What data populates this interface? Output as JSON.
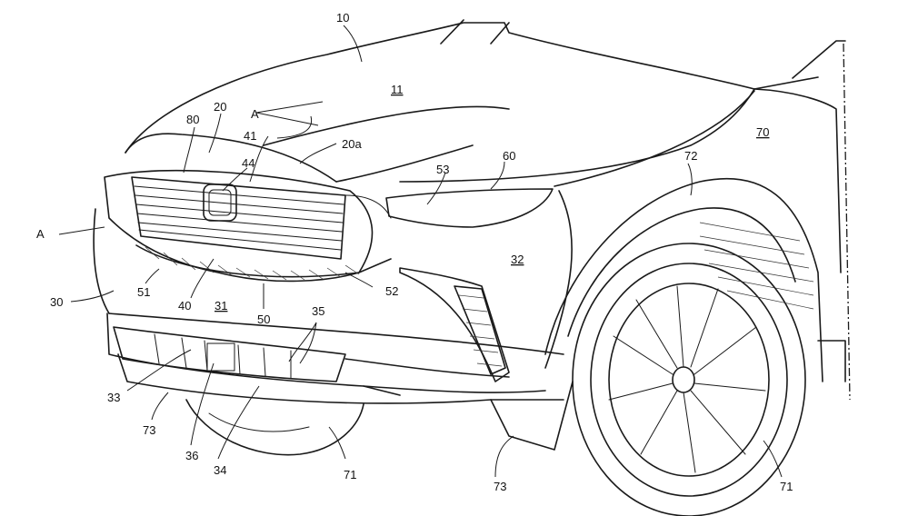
{
  "labels": {
    "l10": "10",
    "l11": "11",
    "l20": "20",
    "l20a": "20a",
    "l80": "80",
    "lA1": "A",
    "lA2": "A",
    "l41": "41",
    "l44": "44",
    "l53": "53",
    "l60": "60",
    "l72": "72",
    "l70": "70",
    "l32": "32",
    "l30": "30",
    "l51": "51",
    "l40": "40",
    "l31": "31",
    "l50": "50",
    "l52": "52",
    "l35": "35",
    "l33": "33",
    "l73a": "73",
    "l36": "36",
    "l34": "34",
    "l71a": "71",
    "l73b": "73",
    "l71b": "71"
  },
  "colors": {
    "line": "#1a1a1a",
    "background": "#ffffff"
  }
}
